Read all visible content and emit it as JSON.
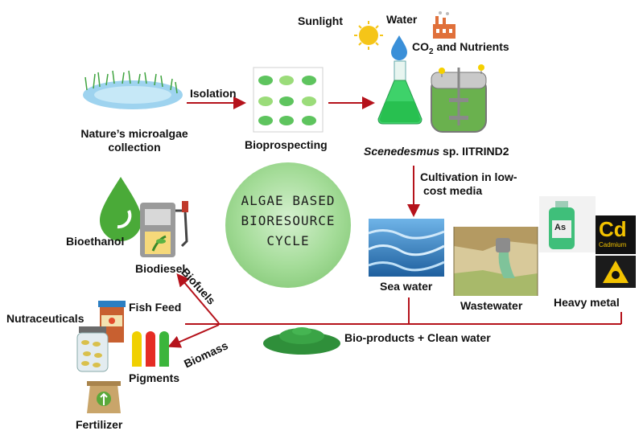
{
  "labels": {
    "sunlight": "Sunlight",
    "water": "Water",
    "co2_prefix": "CO",
    "co2_sub": "2",
    "co2_suffix": " and Nutrients",
    "isolation": "Isolation",
    "nature_line1": "Nature’s microalgae",
    "nature_line2": "collection",
    "bioprospecting": "Bioprospecting",
    "strain_italic": "Scenedesmus",
    "strain_rest": " sp. IITRIND2",
    "cultivation_line1": "Cultivation in low-",
    "cultivation_line2": "cost media",
    "bioethanol": "Bioethanol",
    "biodiesel": "Biodiesel",
    "biofuels": "Biofuels",
    "biomass": "Biomass",
    "sea_water": "Sea water",
    "wastewater": "Wastewater",
    "heavy_metal": "Heavy metal",
    "bioproducts": "Bio-products + Clean water",
    "nutraceuticals": "Nutraceuticals",
    "fish_feed": "Fish Feed",
    "pigments": "Pigments",
    "fertilizer": "Fertilizer",
    "cycle_line1": "ALGAE BASED",
    "cycle_line2": "BIORESOURCE",
    "cycle_line3": "CYCLE",
    "arsenic_symbol": "As",
    "cadmium_symbol": "Cd",
    "cadmium_name": "Cadmium"
  },
  "colors": {
    "arrow_red": "#b5121b",
    "algae_green": "#2e9e3a",
    "light_green": "#8fd14f",
    "circle_green": "#a8dfa0",
    "sea_blue": "#2f7fc0",
    "sun": "#f5c518",
    "drop": "#3a8fd8",
    "factory": "#e0703a"
  },
  "icons": [
    "sun-icon",
    "water-drop-icon",
    "factory-icon",
    "grass-pond-icon",
    "petri-plate-icon",
    "flask-icon",
    "bioreactor-icon",
    "fuel-drop-icon",
    "fuel-pump-icon",
    "sea-water-photo",
    "wastewater-photo",
    "arsenic-bottle-icon",
    "cadmium-tile-icon",
    "algae-powder-icon",
    "fish-feed-jar-icon",
    "capsule-jar-icon",
    "pigment-tubes-icon",
    "fertilizer-bag-icon"
  ]
}
